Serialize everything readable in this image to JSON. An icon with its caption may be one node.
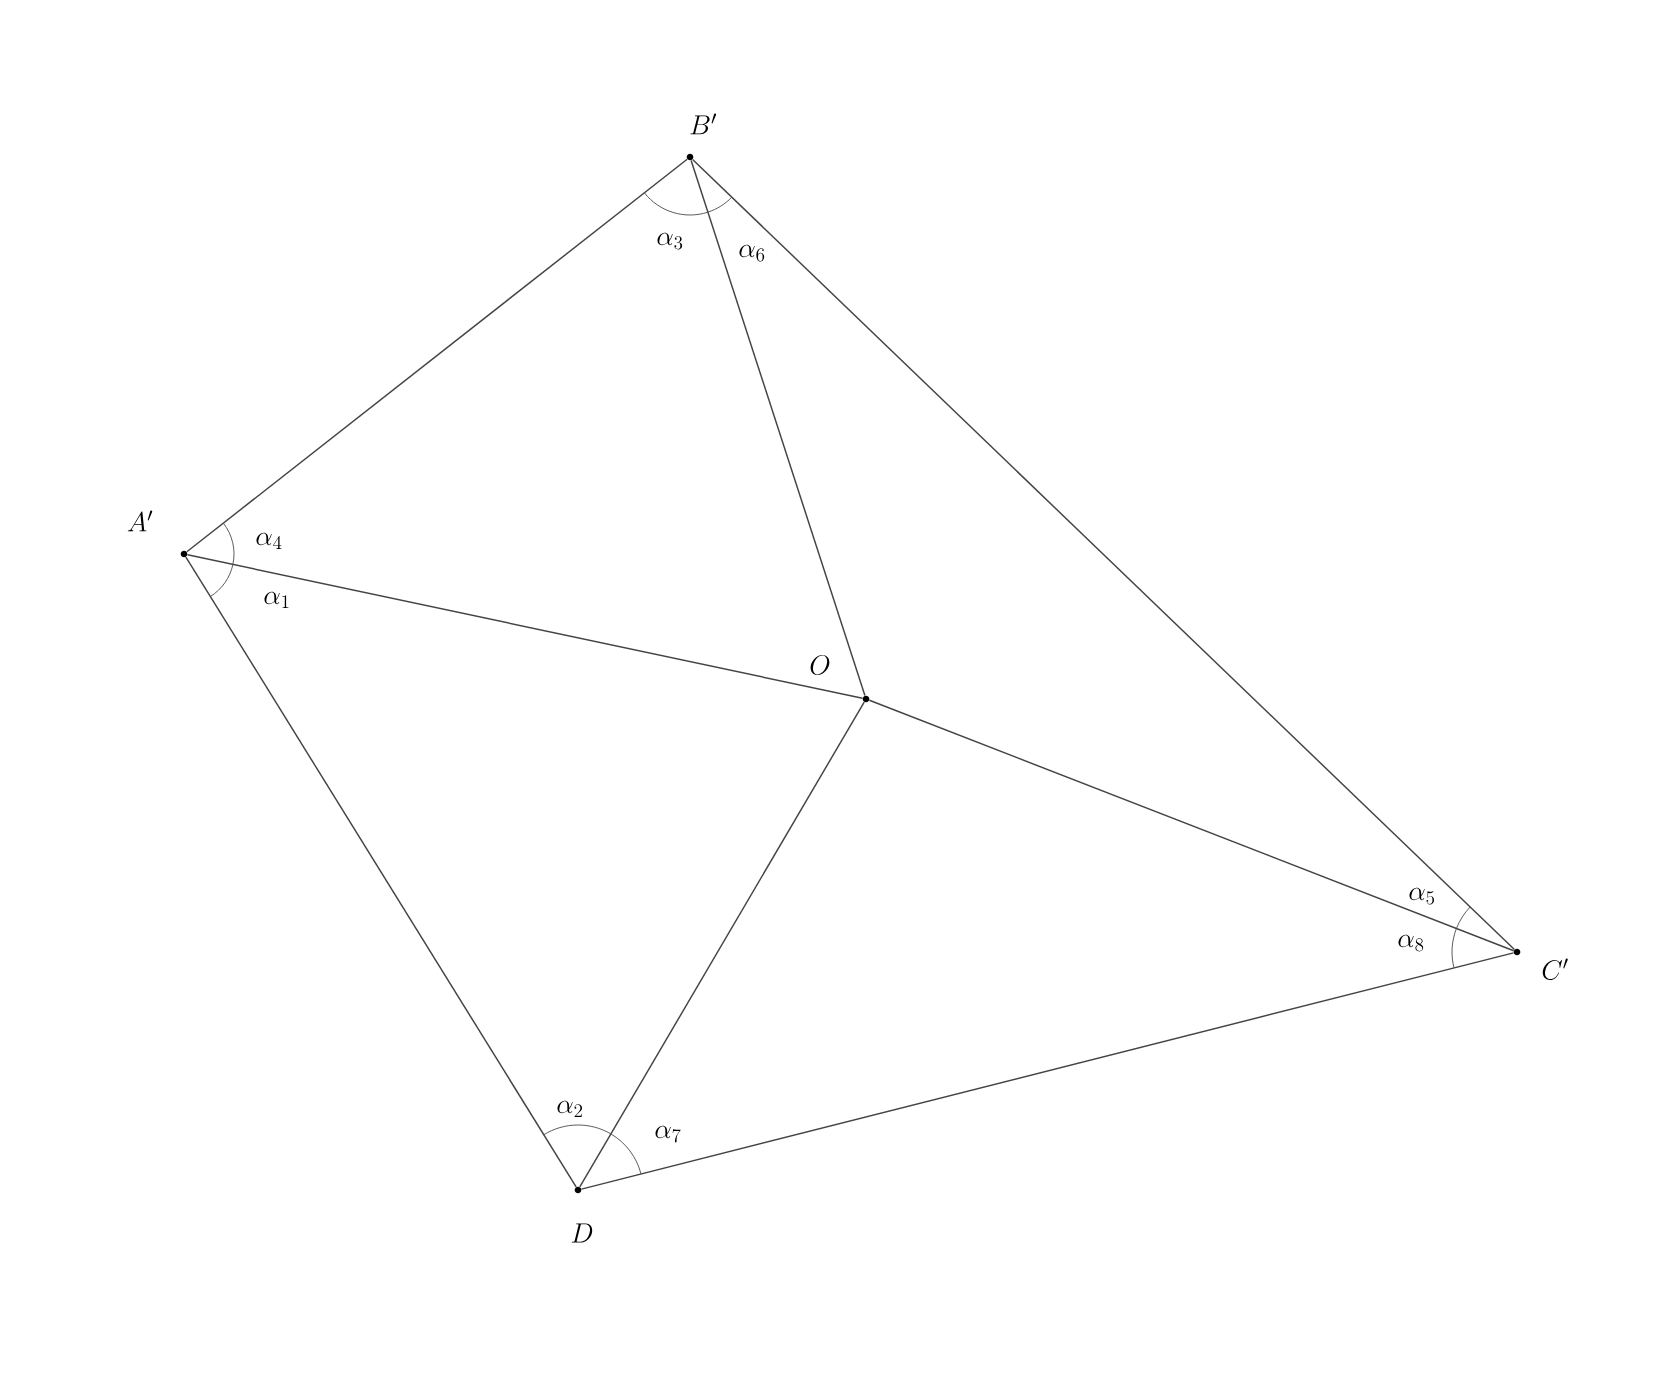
{
  "diagram": {
    "nodes": [
      {
        "text": [
          "A'"
        ]
      },
      {
        "text": [
          "B'"
        ]
      },
      {
        "text": [
          "O"
        ]
      },
      {
        "text": [
          "C'"
        ]
      },
      {
        "text": [
          "D"
        ]
      }
    ],
    "edges": [
      {
        "from": 0,
        "to": 1,
        "arrow": "none"
      },
      {
        "from": 1,
        "to": 3,
        "arrow": "none"
      },
      {
        "from": 3,
        "to": 4,
        "arrow": "none"
      },
      {
        "from": 4,
        "to": 0,
        "arrow": "none"
      },
      {
        "from": 0,
        "to": 2,
        "arrow": "none"
      },
      {
        "from": 1,
        "to": 2,
        "arrow": "none"
      },
      {
        "from": 2,
        "to": 3,
        "arrow": "none"
      },
      {
        "from": 2,
        "to": 4,
        "arrow": "none"
      }
    ],
    "labels": [
      "\\alpha_3",
      "\\alpha_6",
      "\\alpha_4",
      "\\alpha_1",
      "\\alpha_5",
      "\\alpha_8",
      "\\alpha_2",
      "\\alpha_7"
    ]
  }
}
